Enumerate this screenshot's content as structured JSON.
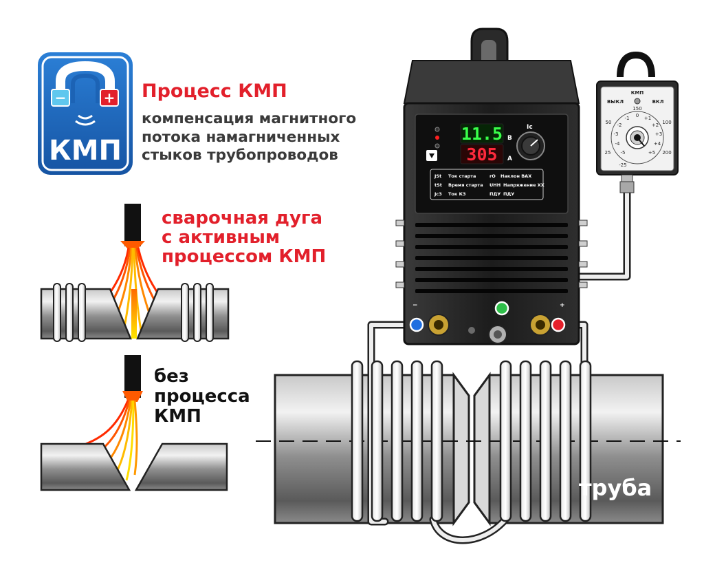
{
  "logo": {
    "text": "КМП",
    "minus": "−",
    "plus": "+"
  },
  "header": {
    "title": "Процесс КМП",
    "subtitle_lines": [
      "компенсация магнитного",
      "потока намагниченных",
      "стыков трубопроводов"
    ]
  },
  "arc_active": {
    "lines": [
      "сварочная дуга",
      "с активным",
      "процессом КМП"
    ]
  },
  "arc_none": {
    "lines": [
      "без",
      "процесса",
      "КМП"
    ]
  },
  "welder": {
    "display_top": "11.5",
    "display_bottom": "305",
    "unit_top": "B",
    "unit_bottom": "A",
    "knob_label": "Ic",
    "params": [
      {
        "code": "JSt",
        "desc": "Ток старта"
      },
      {
        "code": "tSt",
        "desc": "Время старта"
      },
      {
        "code": "Jc3",
        "desc": "Ток КЗ"
      },
      {
        "code": "rO",
        "desc": "Наклон ВАХ"
      },
      {
        "code": "UHH",
        "desc": "Напряжение ХХ"
      },
      {
        "code": "ПДУ",
        "desc": "ПДУ"
      }
    ],
    "minus_sign": "−",
    "plus_sign": "+"
  },
  "remote": {
    "label": "КМП",
    "off": "ВЫКЛ",
    "on": "ВКЛ",
    "ticks": [
      "0",
      "+1",
      "+2",
      "+3",
      "+4",
      "+5",
      "-1",
      "-2",
      "-3",
      "-4",
      "-5"
    ],
    "scale_marks": [
      "25",
      "50",
      "100",
      "150",
      "200",
      "-25"
    ]
  },
  "pipe": {
    "label": "труба"
  },
  "colors": {
    "brand_red": "#e2202b",
    "logo_blue": "#1c63b5",
    "dot_blue": "#1f6fe0",
    "dot_green": "#2fbf4a",
    "dot_red": "#e5202b"
  }
}
